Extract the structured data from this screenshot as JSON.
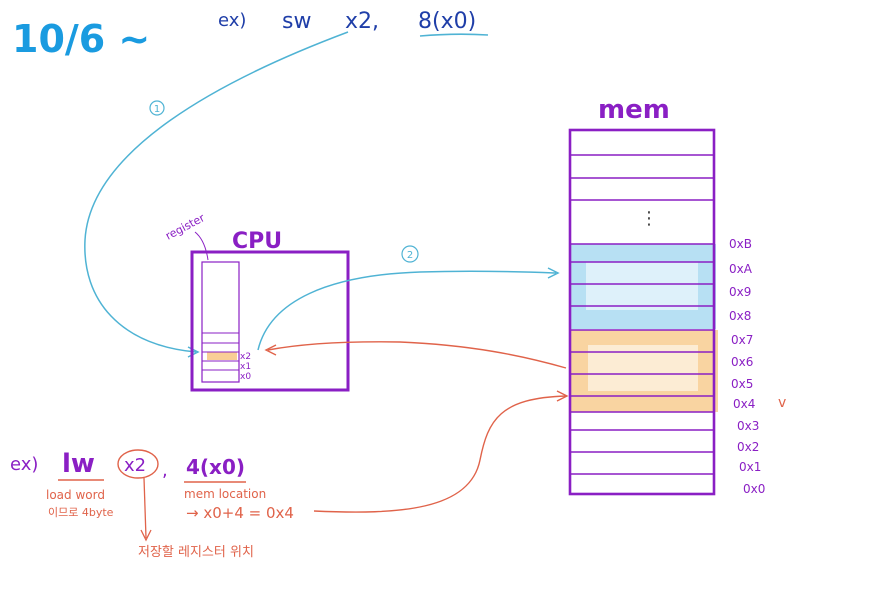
{
  "header": {
    "date": "10/6 ~",
    "example_prefix": "ex)",
    "example_instr": "sw",
    "example_reg": "x2,",
    "example_offset": "8(x0)"
  },
  "cpu": {
    "title": "CPU",
    "register_label": "register",
    "reg_labels": [
      "x2",
      "x1",
      "x0"
    ]
  },
  "arrows": {
    "step1": "1",
    "step2": "2"
  },
  "mem": {
    "title": "mem",
    "ellipsis": "⋮",
    "addresses": [
      "0xB",
      "0xA",
      "0x9",
      "0x8",
      "0x7",
      "0x6",
      "0x5",
      "0x4",
      "0x3",
      "0x2",
      "0x1",
      "0x0"
    ],
    "check_mark": "v"
  },
  "example2": {
    "prefix": "ex)",
    "instr": "lw",
    "reg": "x2",
    "comma": ",",
    "offset": "4(x0)",
    "instr_note1": "load word",
    "instr_note2": "이므로 4byte",
    "offset_note": "mem location",
    "calc": "→ x0+4 = 0x4",
    "reg_note": "저장할 레지스터 위치"
  },
  "colors": {
    "blue_text": "#1a9be0",
    "navy": "#1f3ea8",
    "purple": "#8a1fc4",
    "teal": "#4fb3d4",
    "salmon": "#e0634a",
    "highlight_blue": "#9fd6ef",
    "highlight_orange": "#f8c98a"
  }
}
